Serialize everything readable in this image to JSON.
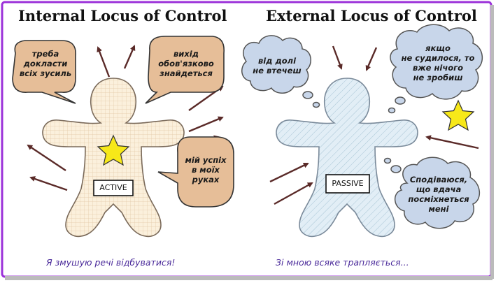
{
  "left": {
    "title": "Internal Locus of Control",
    "label": "ACTIVE",
    "caption": "Я змушую речі відбуватися!",
    "bubbles": [
      {
        "lines": [
          "треба",
          "докласти",
          "всіх зусиль"
        ]
      },
      {
        "lines": [
          "вихід",
          "обов'язково",
          "знайдеться"
        ]
      },
      {
        "lines": [
          "мій успіх",
          "в моїх",
          "руках"
        ]
      }
    ]
  },
  "right": {
    "title": "External Locus of Control",
    "label": "PASSIVE",
    "caption": "Зі мною всяке трапляється...",
    "thoughts": [
      {
        "lines": [
          "від долі",
          "не втечеш"
        ]
      },
      {
        "lines": [
          "якщо",
          "не судилося, то",
          "вже нічого",
          "не зробиш"
        ]
      },
      {
        "lines": [
          "Сподіваюся,",
          "що вдача",
          "посміхнеться",
          "мені"
        ]
      }
    ]
  },
  "colors": {
    "frame": "#9b30d9",
    "speech_bubble": "#e6be98",
    "thought_bubble": "#c8d6ea",
    "left_figure": "#fbf0dc",
    "right_figure": "#e2eef6",
    "star": "#f7e819",
    "arrow": "#5a2a28",
    "caption": "#4a2a9a"
  },
  "icons": [
    "star-icon",
    "arrow-icon",
    "speech-bubble",
    "thought-bubble",
    "gingerbread-figure"
  ]
}
